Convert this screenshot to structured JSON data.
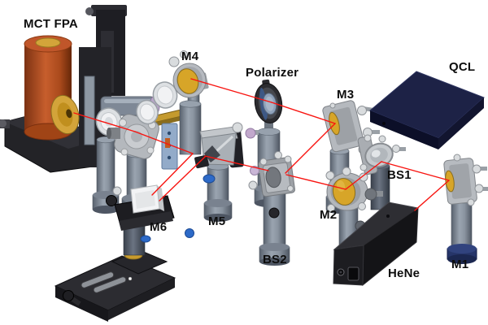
{
  "figure": {
    "type": "3D CAD rendering of an optical bench setup with labeled components and red beam path"
  },
  "components": [
    {
      "id": "mct-fpa",
      "label": "MCT FPA",
      "kind": "infrared detector (dewar)"
    },
    {
      "id": "m4",
      "label": "M4",
      "kind": "gold mirror"
    },
    {
      "id": "polarizer",
      "label": "Polarizer",
      "kind": "polarizer optic"
    },
    {
      "id": "qcl",
      "label": "QCL",
      "kind": "quantum cascade laser"
    },
    {
      "id": "m3",
      "label": "M3",
      "kind": "gold mirror"
    },
    {
      "id": "bs1",
      "label": "BS1",
      "kind": "beamsplitter"
    },
    {
      "id": "m2",
      "label": "M2",
      "kind": "gold mirror"
    },
    {
      "id": "m5",
      "label": "M5",
      "kind": "mirror"
    },
    {
      "id": "m6",
      "label": "M6",
      "kind": "mirror on translation stage"
    },
    {
      "id": "bs2",
      "label": "BS2",
      "kind": "beamsplitter"
    },
    {
      "id": "hene",
      "label": "HeNe",
      "kind": "helium-neon alignment laser"
    },
    {
      "id": "m1",
      "label": "M1",
      "kind": "mirror"
    }
  ],
  "beam": {
    "color": "#f81410",
    "segments": [
      {
        "from": "HeNe",
        "to": "M1"
      },
      {
        "from": "M1",
        "to": "BS1"
      },
      {
        "from": "BS1",
        "to": "M2"
      },
      {
        "from": "M2",
        "to": "BS2"
      },
      {
        "from": "BS2",
        "to": "M3"
      },
      {
        "from": "M3",
        "to": "Polarizer"
      },
      {
        "from": "Polarizer",
        "to": "M4"
      },
      {
        "from": "BS2",
        "to": "M5"
      },
      {
        "from": "M5",
        "to": "M6"
      },
      {
        "from": "M6",
        "to": "M5"
      },
      {
        "from": "M5",
        "to": "relay mirror"
      },
      {
        "from": "relay mirror",
        "to": "MCT FPA"
      }
    ]
  },
  "palette": {
    "background": "#ffffff",
    "dewar_copper": "#b5511f",
    "mirror_gold": "#d7a528",
    "qcl_navy": "#1d2246",
    "hene_black": "#1d1d21",
    "post_gray": "#7c8694",
    "mount_silver": "#b7bbc0",
    "beam_red": "#f81410"
  }
}
